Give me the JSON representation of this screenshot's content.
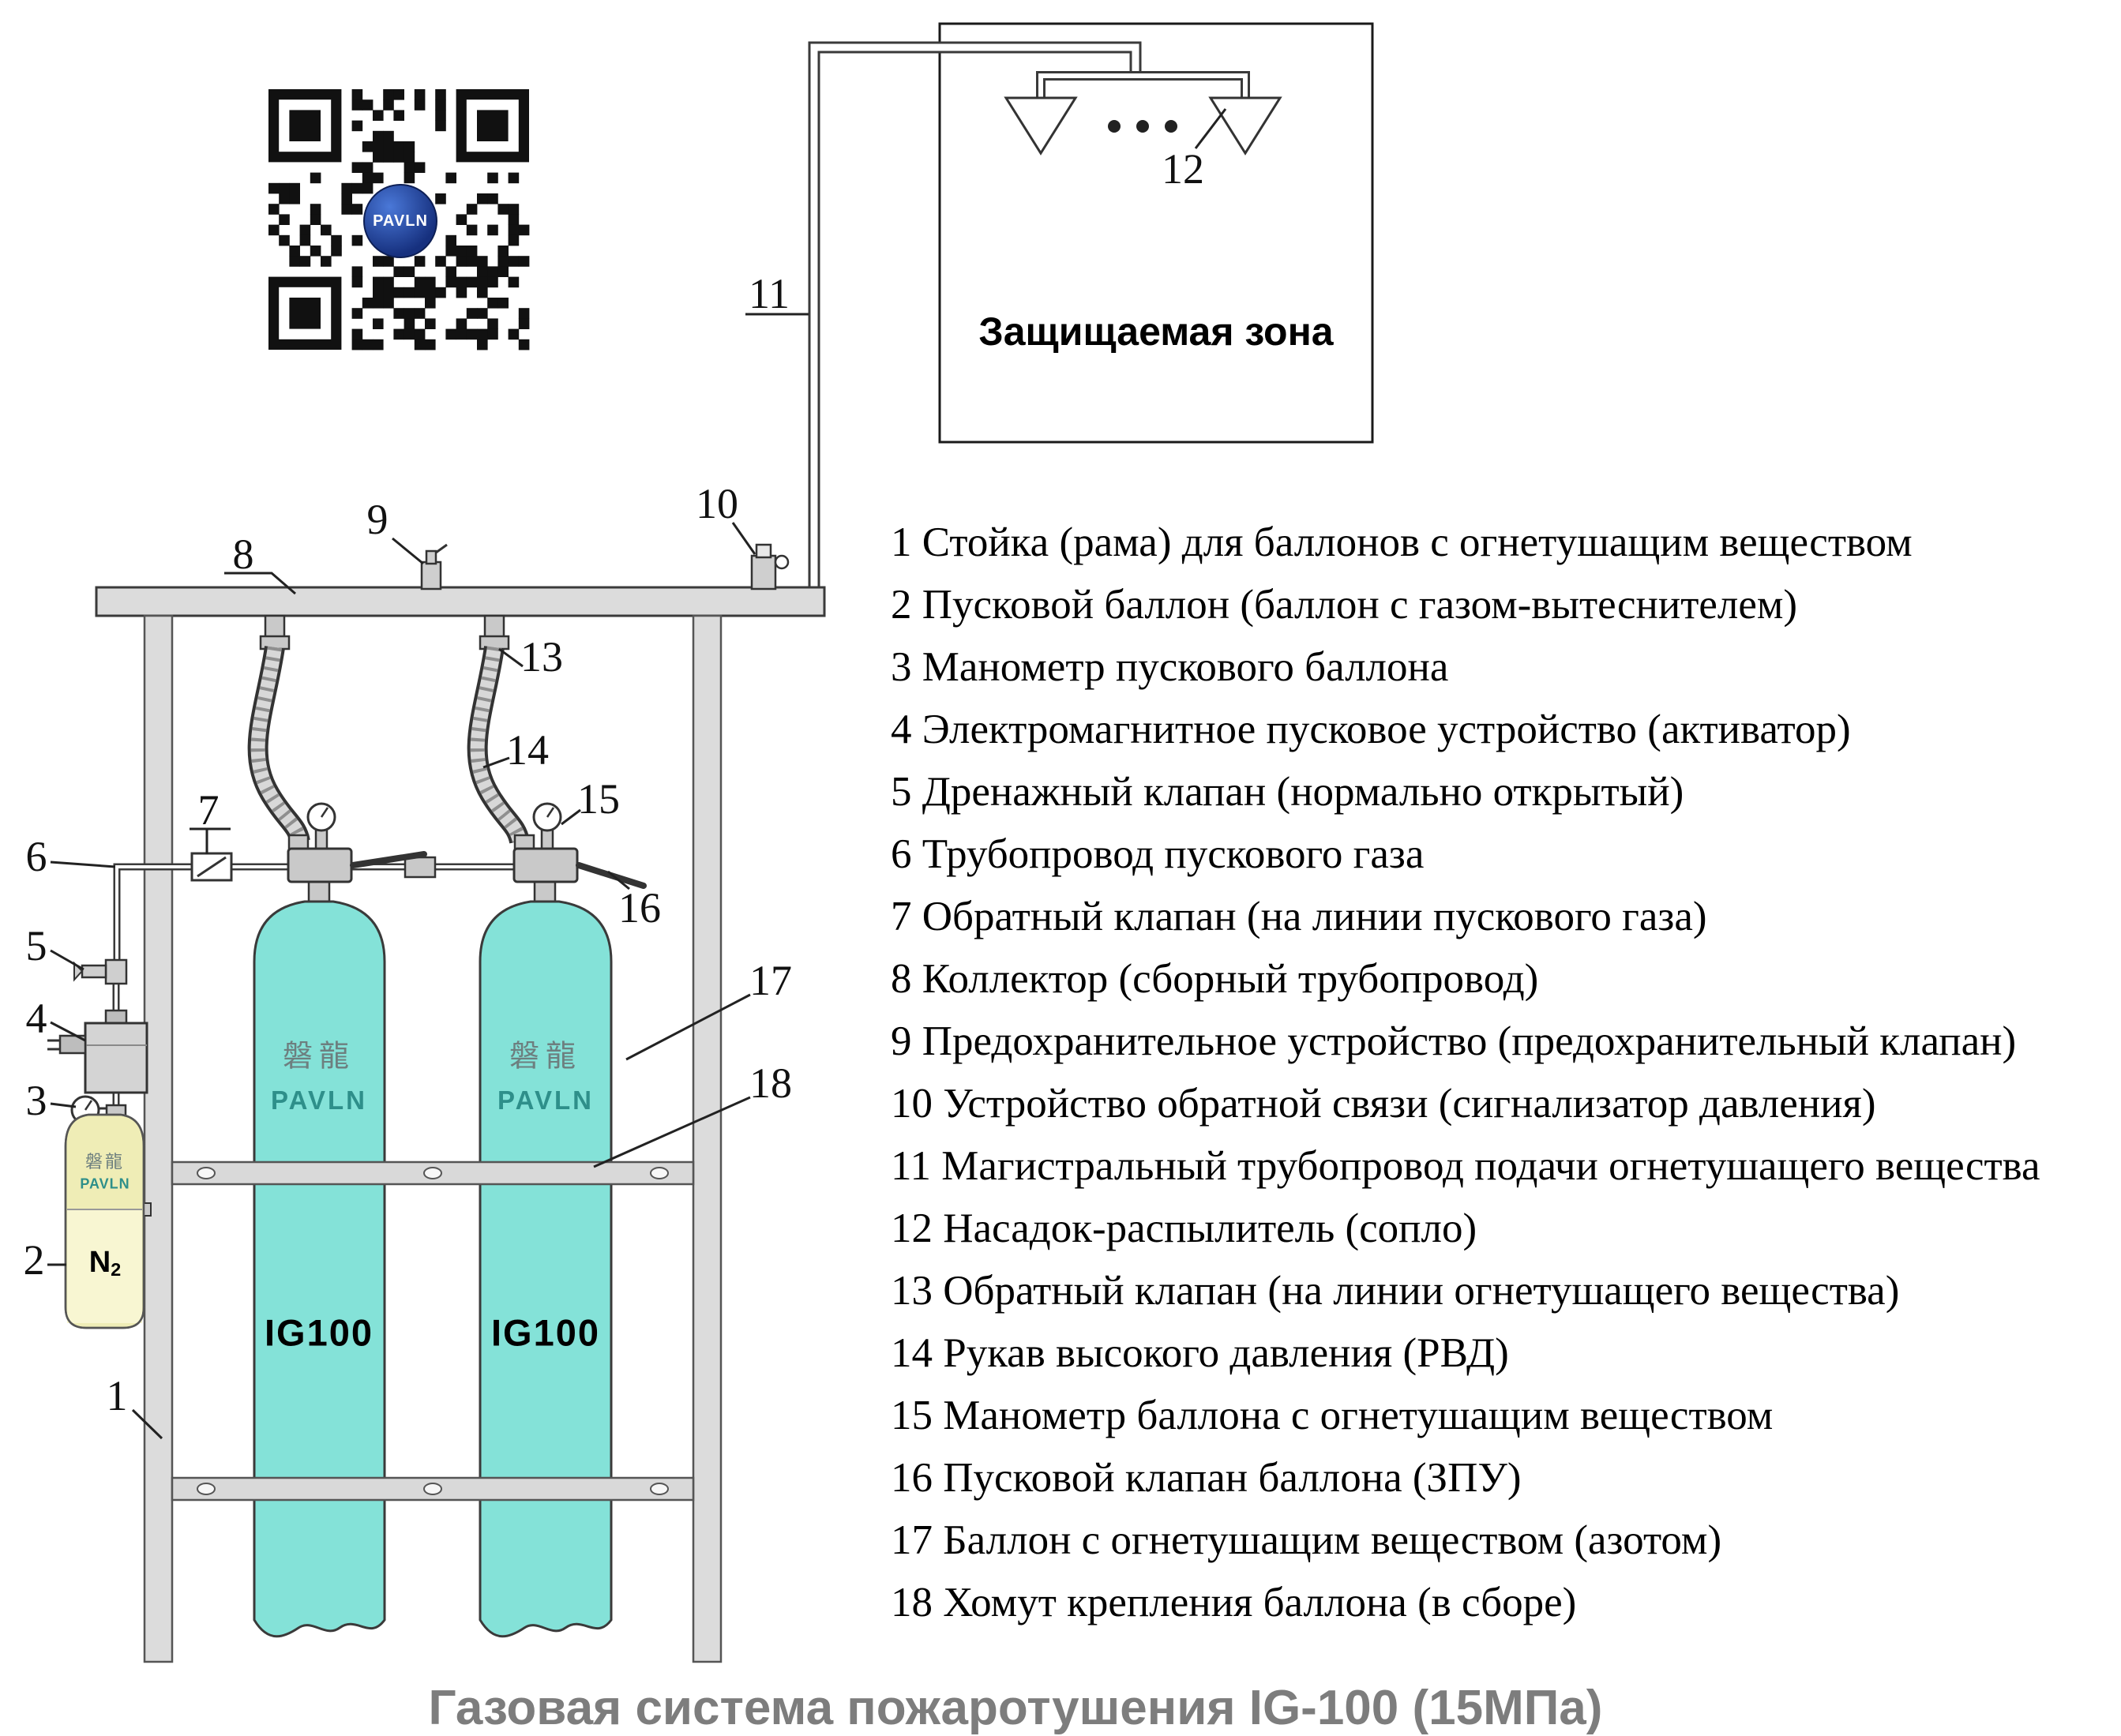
{
  "caption": "Газовая система пожаротушения IG-100 (15МПа)",
  "protected_zone_label": "Защищаемая зона",
  "qr": {
    "logo_text": "PAVLN"
  },
  "cylinder": {
    "brand_cjk": "磐龍",
    "brand_latin": "PAVLN",
    "model": "IG100"
  },
  "pilot": {
    "brand_cjk": "磐龍",
    "brand_latin": "PAVLN",
    "gas": "N",
    "gas_sub": "2"
  },
  "callouts": [
    "1",
    "2",
    "3",
    "4",
    "5",
    "6",
    "7",
    "8",
    "9",
    "10",
    "11",
    "12",
    "13",
    "14",
    "15",
    "16",
    "17",
    "18"
  ],
  "legend": [
    "1 Стойка (рама) для баллонов с огнетушащим веществом",
    "2 Пусковой баллон (баллон с газом-вытеснителем)",
    "3 Манометр пускового баллона",
    "4 Электромагнитное пусковое устройство (активатор)",
    "5 Дренажный клапан (нормально открытый)",
    "6 Трубопровод пускового газа",
    "7 Обратный клапан (на линии пускового газа)",
    "8 Коллектор (сборный трубопровод)",
    "9 Предохранительное устройство (предохранительный клапан)",
    "10 Устройство обратной связи (сигнализатор давления)",
    "11 Магистральный трубопровод подачи огнетушащего вещества",
    "12 Насадок-распылитель (сопло)",
    "13 Обратный клапан (на линии огнетушащего вещества)",
    "14 Рукав высокого давления (РВД)",
    "15 Манометр баллона с огнетушащим веществом",
    "16 Пусковой клапан баллона (ЗПУ)",
    "17 Баллон с огнетушащим веществом (азотом)",
    "18 Хомут крепления баллона (в сборе)"
  ],
  "colors": {
    "cylinder_fill": "#84E2D8",
    "pilot_fill": "#EFEDB6",
    "frame_fill": "#DCDCDC",
    "brand_teal": "#2E8F8A",
    "title_gray": "#7D7D7D",
    "logo_blue": "#16307E"
  }
}
